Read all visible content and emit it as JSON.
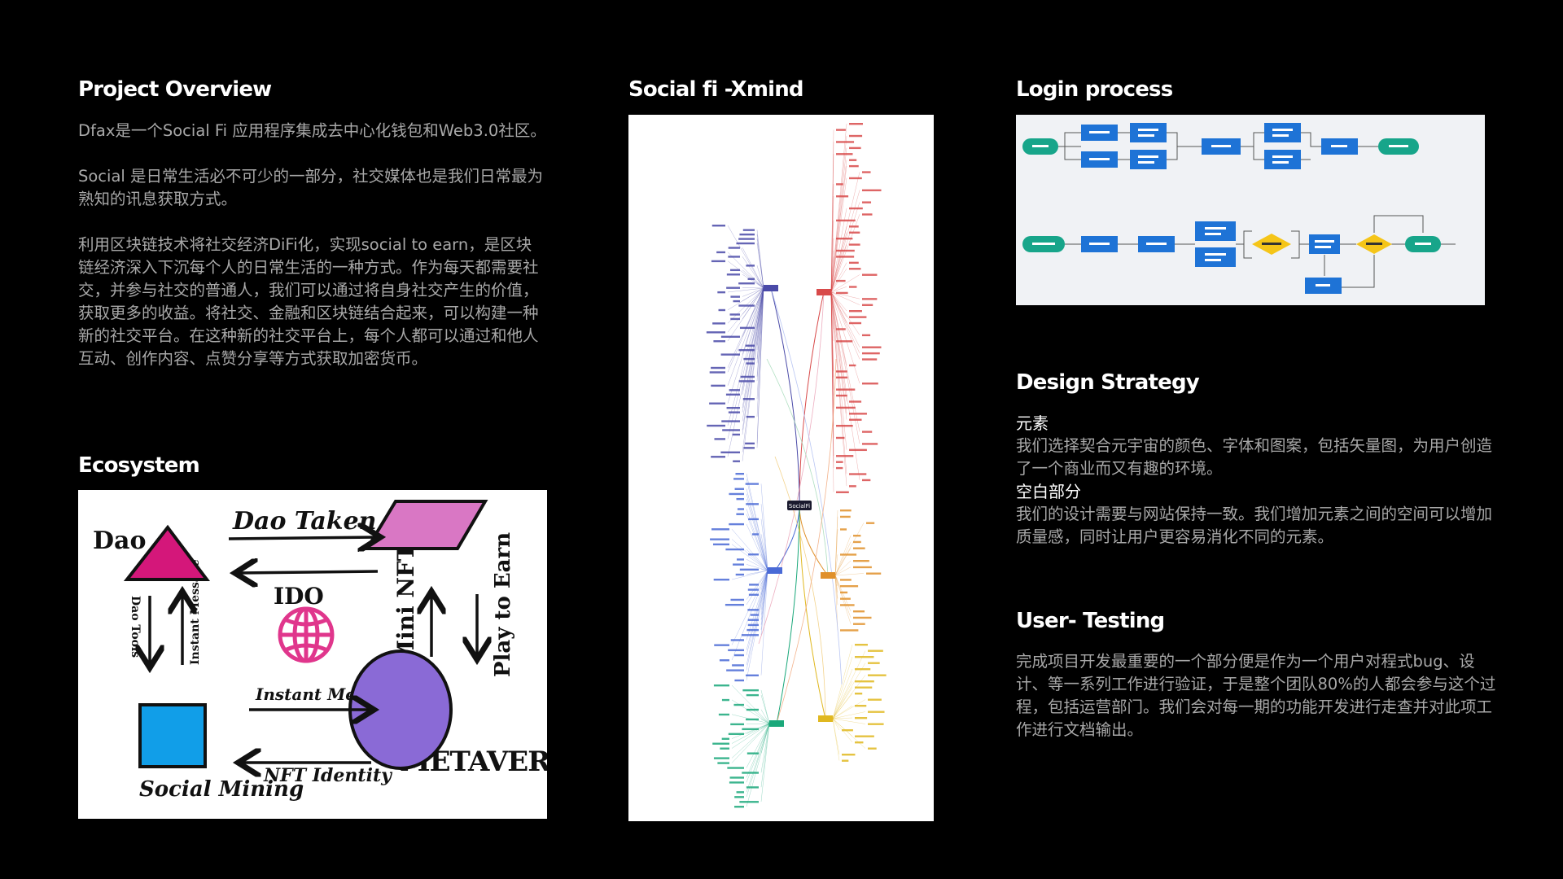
{
  "colors": {
    "background": "#000000",
    "heading": "#ffffff",
    "body_text": "#a8a8a8",
    "dao_triangle": "#d4177a",
    "nft_parallelogram": "#d977c4",
    "social_square": "#119ee8",
    "metaverse_ellipse": "#8a6ad6",
    "globe_icon": "#e0368c",
    "flow_blue": "#1e73d6",
    "flow_teal": "#17a58a",
    "flow_yellow": "#f5c518"
  },
  "overview": {
    "title": "Project Overview",
    "p1": "Dfax是一个Social Fi 应用程序集成去中心化钱包和Web3.0社区。",
    "p2": "Social 是日常生活必不可少的一部分，社交媒体也是我们日常最为熟知的讯息获取方式。",
    "p3": "利用区块链技术将社交经济DiFi化，实现social to earn，是区块链经济深入下沉每个人的日常生活的一种方式。作为每天都需要社交，并参与社交的普通人，我们可以通过将自身社交产生的价值，获取更多的收益。将社交、金融和区块链结合起来，可以构建一种新的社交平台。在这种新的社交平台上，每个人都可以通过和他人互动、创作内容、点赞分享等方式获取加密货币。"
  },
  "ecosystem": {
    "title": "Ecosystem",
    "dao": "Dao",
    "dao_taken": "Dao Taken",
    "ido": "IDO",
    "dao_tools": "Dao Tools",
    "instant_message_vertical": "Instant Message",
    "mini_nft": "Mini NFT",
    "play_to_earn": "Play to Earn",
    "instant_message": "Instant Message",
    "nft_identity": "NFT Identity",
    "social_mining": "Social Mining",
    "metaverse": "METAVERSE",
    "globe_icon": "globe-icon"
  },
  "xmind": {
    "title": "Social fi -Xmind",
    "center": "SocialFi"
  },
  "login": {
    "title": "Login process"
  },
  "design": {
    "title": "Design Strategy",
    "sub1": "元素",
    "p1": "我们选择契合元宇宙的颜色、字体和图案，包括矢量图，为用户创造了一个商业而又有趣的环境。",
    "sub2": "空白部分",
    "p2": "我们的设计需要与网站保持一致。我们增加元素之间的空间可以增加质量感，同时让用户更容易消化不同的元素。"
  },
  "testing": {
    "title": "User- Testing",
    "p1": "完成项目开发最重要的一个部分便是作为一个用户对程式bug、设计、等一系列工作进行验证，于是整个团队80%的人都会参与这个过程，包括运营部门。我们会对每一期的功能开发进行走查并对此项工作进行文档输出。"
  }
}
